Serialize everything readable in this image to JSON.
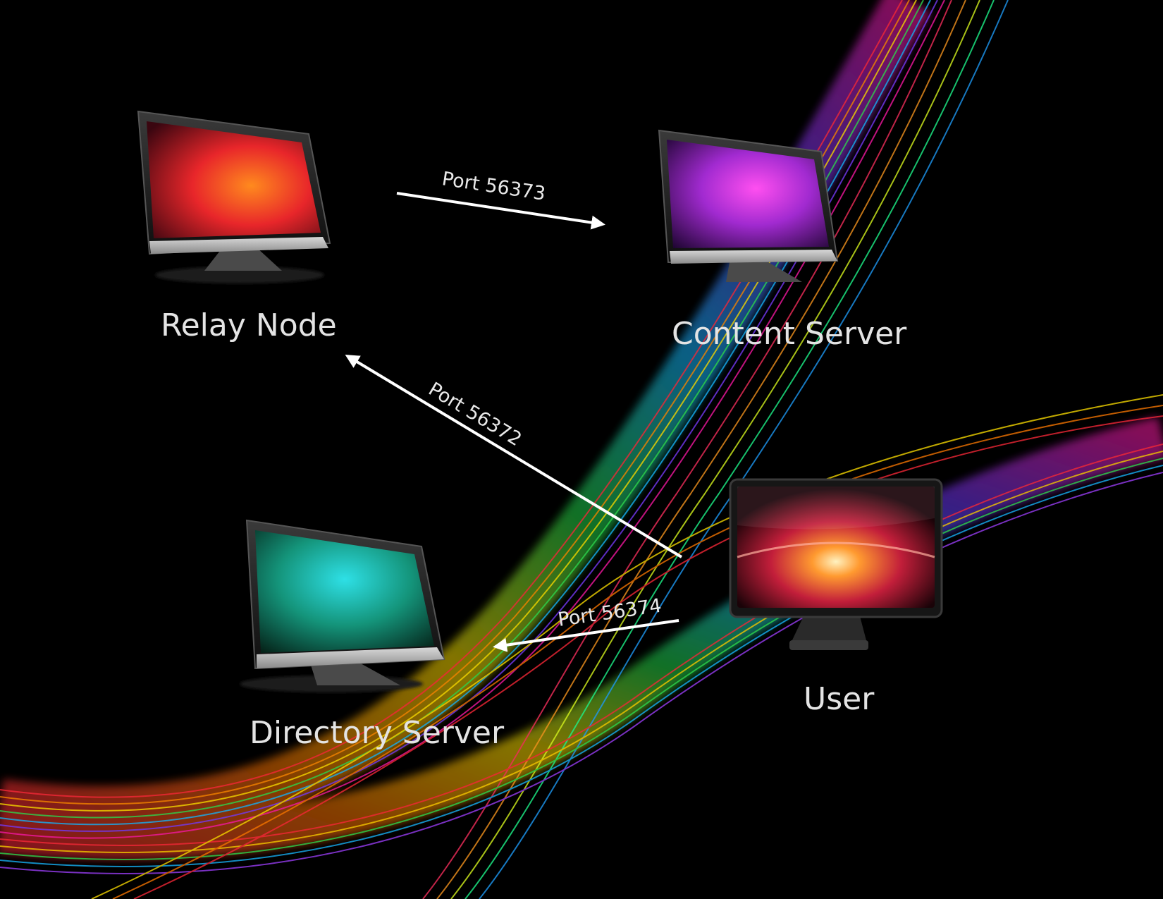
{
  "nodes": {
    "relay": {
      "label": "Relay Node"
    },
    "content": {
      "label": "Content Server"
    },
    "directory": {
      "label": "Directory Server"
    },
    "user": {
      "label": "User"
    }
  },
  "connections": [
    {
      "from": "Relay Node",
      "to": "Content Server",
      "label": "Port 56373"
    },
    {
      "from": "User",
      "to": "Relay Node",
      "label": "Port 56372"
    },
    {
      "from": "User",
      "to": "Directory Server",
      "label": "Port 56374"
    }
  ],
  "colors": {
    "background": "#000000",
    "arrow": "#ffffff",
    "label": "#e4e4e4"
  }
}
